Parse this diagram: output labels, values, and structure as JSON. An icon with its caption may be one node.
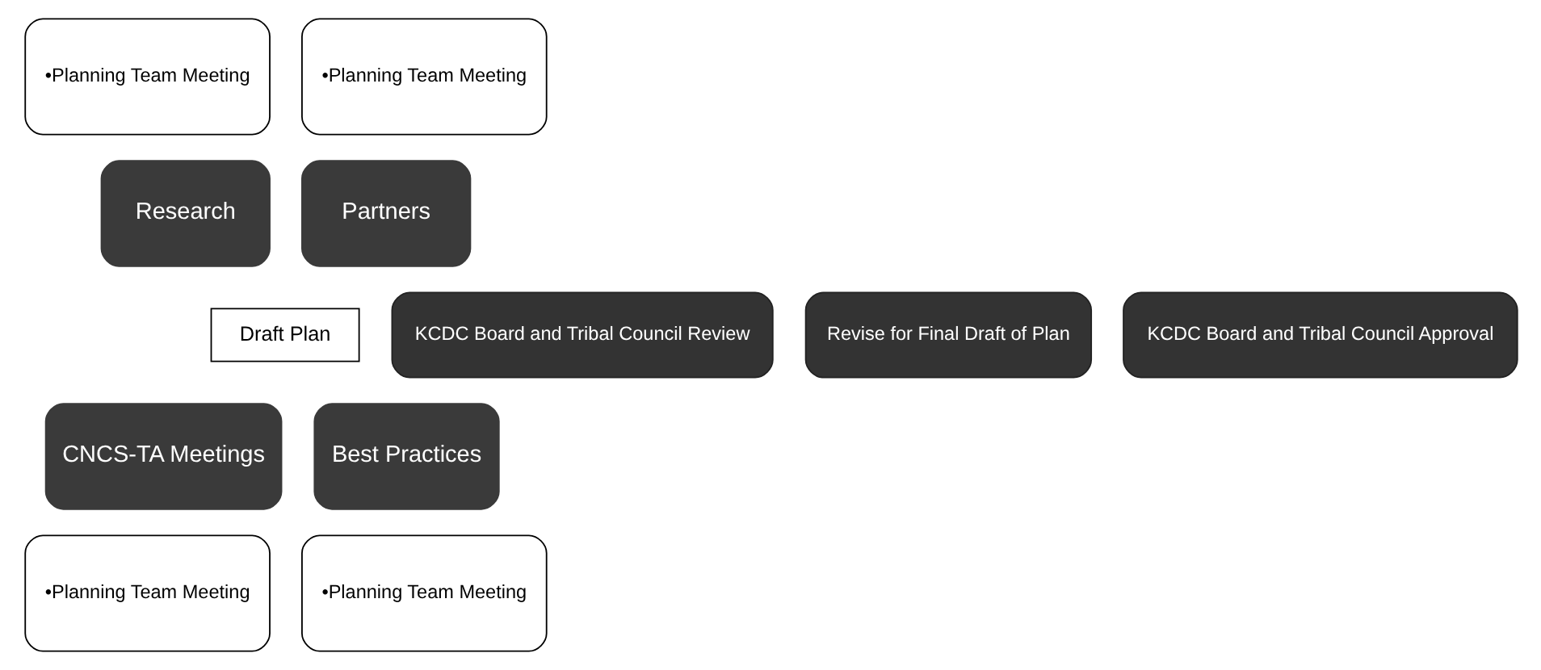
{
  "diagram": {
    "nodes": [
      {
        "text": [
          "•Planning Team Meeting"
        ]
      },
      {
        "text": [
          "•Planning Team Meeting"
        ]
      },
      {
        "text": [
          "Research"
        ]
      },
      {
        "text": [
          "Partners"
        ]
      },
      {
        "text": [
          "Draft Plan"
        ]
      },
      {
        "text": [
          "KCDC Board and Tribal Council Review"
        ]
      },
      {
        "text": [
          "Revise for Final Draft of Plan"
        ]
      },
      {
        "text": [
          "KCDC Board and Tribal Council Approval"
        ]
      },
      {
        "text": [
          "CNCS-TA Meetings"
        ]
      },
      {
        "text": [
          "Best Practices"
        ]
      },
      {
        "text": [
          "•Planning Team Meeting"
        ]
      },
      {
        "text": [
          "•Planning Team Meeting"
        ]
      }
    ],
    "edges": []
  }
}
